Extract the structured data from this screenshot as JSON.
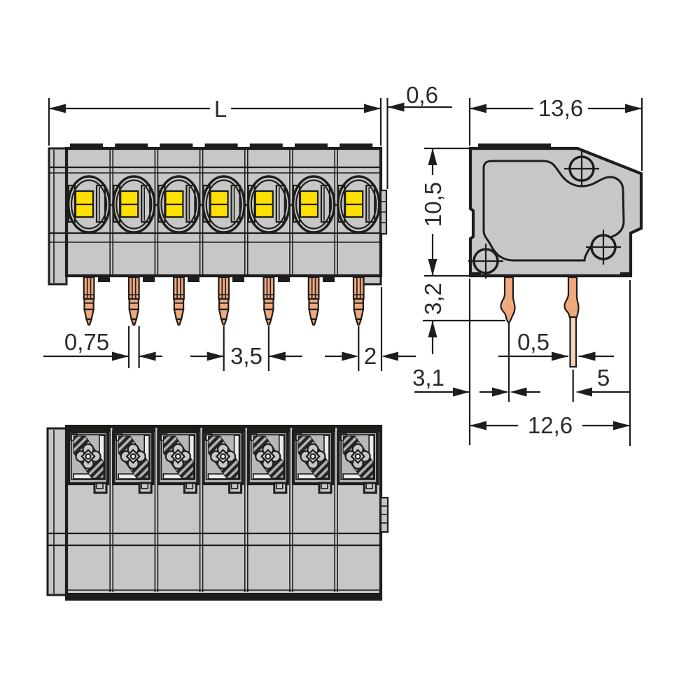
{
  "drawing": {
    "type": "technical-dimension-drawing",
    "description": "Dimensional drawing of a 7-pole PCB terminal block shown in front, side and top views",
    "views": {
      "front": {
        "name": "front-view",
        "poles": 7,
        "pins": 7
      },
      "side": {
        "name": "side-view",
        "screw_bosses": 3,
        "pins": 2
      },
      "top": {
        "name": "top-view",
        "poles": 7
      }
    }
  },
  "dims": {
    "length": {
      "label": "L"
    },
    "end_tab": {
      "label": "0,6"
    },
    "pin_width": {
      "label": "0,75"
    },
    "pin_pitch": {
      "label": "3,5"
    },
    "pin_to_edge": {
      "label": "2"
    },
    "depth": {
      "label": "13,6"
    },
    "height": {
      "label": "10,5"
    },
    "bend_depth": {
      "label": "3,2"
    },
    "pin_thickness": {
      "label": "0,5"
    },
    "edge_to_pin_row": {
      "label": "3,1"
    },
    "pin_row_spacing": {
      "label": "5"
    },
    "bottom_depth": {
      "label": "12,6"
    }
  },
  "colors": {
    "line": "#1d1d1b",
    "body": "#c6c7c6",
    "shade": "#b7b8b7",
    "yellow": "#ffe000",
    "copper": "#f0a87d",
    "copper-light": "#f6d4b8",
    "highlight": "#ebebeb",
    "text": "#2b2b2b"
  }
}
